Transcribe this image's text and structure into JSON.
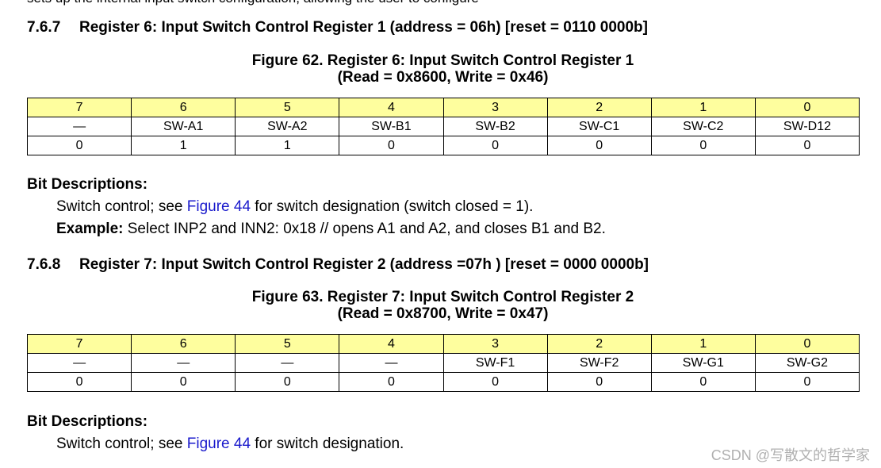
{
  "top_clipped_text": "sets up the internal input switch configuration, allowing the user to configure",
  "section1": {
    "number": "7.6.7",
    "title": "Register 6: Input Switch Control Register 1 (address = 06h) [reset = 0110 0000b]",
    "figure_caption_line1": "Figure 62.  Register 6: Input Switch Control Register 1",
    "figure_caption_line2": "(Read = 0x8600, Write = 0x46)",
    "table": {
      "bits": [
        "7",
        "6",
        "5",
        "4",
        "3",
        "2",
        "1",
        "0"
      ],
      "names": [
        "—",
        "SW-A1",
        "SW-A2",
        "SW-B1",
        "SW-B2",
        "SW-C1",
        "SW-C2",
        "SW-D12"
      ],
      "resets": [
        "0",
        "1",
        "1",
        "0",
        "0",
        "0",
        "0",
        "0"
      ]
    },
    "bit_desc_title": "Bit Descriptions:",
    "desc_prefix": "Switch control; see ",
    "desc_link": "Figure 44",
    "desc_suffix": " for switch designation (switch closed = 1).",
    "example_label": "Example:",
    "example_text": " Select INP2 and INN2: 0x18 // opens A1 and A2, and closes B1 and B2."
  },
  "section2": {
    "number": "7.6.8",
    "title": "Register 7: Input Switch Control Register 2 (address =07h ) [reset = 0000 0000b]",
    "figure_caption_line1": "Figure 63.  Register 7: Input Switch Control Register 2",
    "figure_caption_line2": "(Read = 0x8700, Write = 0x47)",
    "table": {
      "bits": [
        "7",
        "6",
        "5",
        "4",
        "3",
        "2",
        "1",
        "0"
      ],
      "names": [
        "—",
        "—",
        "—",
        "—",
        "SW-F1",
        "SW-F2",
        "SW-G1",
        "SW-G2"
      ],
      "resets": [
        "0",
        "0",
        "0",
        "0",
        "0",
        "0",
        "0",
        "0"
      ]
    },
    "bit_desc_title": "Bit Descriptions:",
    "desc_prefix": "Switch control; see ",
    "desc_link": "Figure 44",
    "desc_suffix": " for switch designation."
  },
  "watermark": "CSDN @写散文的哲学家",
  "colors": {
    "table_header_bg": "#fefe9e",
    "link": "#1a1acc",
    "watermark": "#b0b0b0"
  }
}
